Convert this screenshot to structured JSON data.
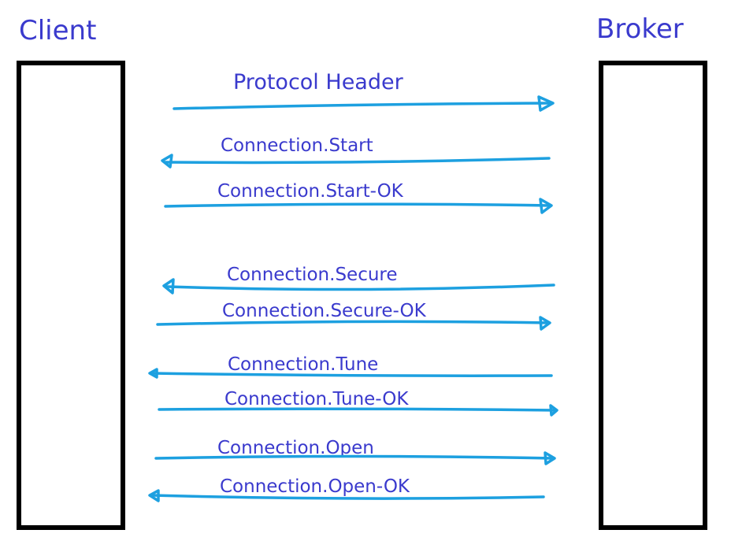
{
  "actors": {
    "client": "Client",
    "broker": "Broker"
  },
  "messages": [
    {
      "label": "Protocol Header",
      "direction": "client-to-broker"
    },
    {
      "label": "Connection.Start",
      "direction": "broker-to-client"
    },
    {
      "label": "Connection.Start-OK",
      "direction": "client-to-broker"
    },
    {
      "label": "Connection.Secure",
      "direction": "broker-to-client"
    },
    {
      "label": "Connection.Secure-OK",
      "direction": "client-to-broker"
    },
    {
      "label": "Connection.Tune",
      "direction": "broker-to-client"
    },
    {
      "label": "Connection.Tune-OK",
      "direction": "client-to-broker"
    },
    {
      "label": "Connection.Open",
      "direction": "client-to-broker"
    },
    {
      "label": "Connection.Open-OK",
      "direction": "broker-to-client"
    }
  ],
  "colors": {
    "text": "#3a3acd",
    "arrow": "#1da0e0",
    "box": "#000000"
  }
}
